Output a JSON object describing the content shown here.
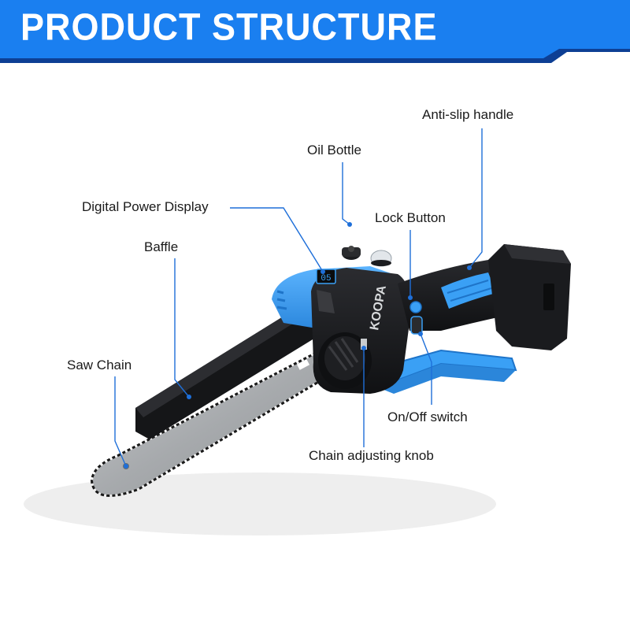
{
  "header": {
    "title": "PRODUCT STRUCTURE",
    "background_color": "#1a7ff0",
    "shadow_color": "#0d3f94"
  },
  "product": {
    "brand": "KOOPA",
    "display_reading": "05",
    "accent_color": "#3aa0f5",
    "body_color": "#1b1c1f",
    "bar_color": "#a9acaf",
    "leader_color": "#1e6fd9"
  },
  "callouts": {
    "anti_slip_handle": "Anti-slip handle",
    "oil_bottle": "Oil Bottle",
    "digital_power_display": "Digital Power Display",
    "lock_button": "Lock Button",
    "baffle": "Baffle",
    "saw_chain": "Saw Chain",
    "on_off_switch": "On/Off switch",
    "chain_adjusting_knob": "Chain adjusting knob"
  }
}
